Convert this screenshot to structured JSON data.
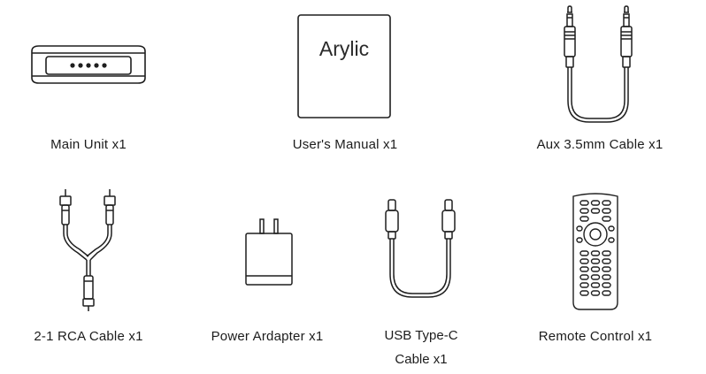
{
  "items": [
    {
      "name": "main-unit",
      "label": "Main Unit x1"
    },
    {
      "name": "users-manual",
      "label": "User's Manual x1",
      "brand": "Arylic"
    },
    {
      "name": "aux-cable",
      "label": "Aux 3.5mm Cable x1"
    },
    {
      "name": "rca-cable",
      "label": "2-1 RCA Cable x1"
    },
    {
      "name": "power-adapter",
      "label": "Power Ardapter x1"
    },
    {
      "name": "usb-c-cable",
      "label_line1": "USB Type-C",
      "label_line2": "Cable x1"
    },
    {
      "name": "remote-control",
      "label": "Remote Control x1"
    }
  ],
  "colors": {
    "stroke": "#1e1e1e",
    "text": "#1c1c1c",
    "background": "#ffffff"
  }
}
